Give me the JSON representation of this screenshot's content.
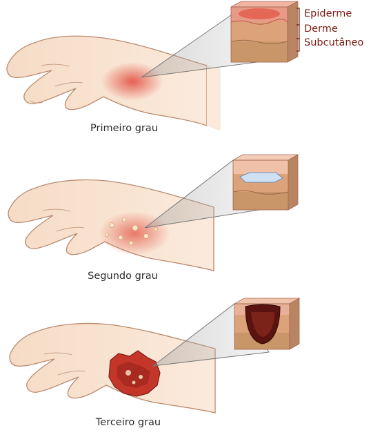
{
  "layers": {
    "epidermis": "Epiderme",
    "dermis": "Derme",
    "subcutaneous": "Subcutâneo"
  },
  "panels": [
    {
      "caption": "Primeiro grau"
    },
    {
      "caption": "Segundo grau"
    },
    {
      "caption": "Terceiro grau"
    }
  ],
  "colors": {
    "skin": "#f3d2b8",
    "skin_outline": "#b98a6e",
    "label_text": "#7a1c14",
    "epidermis": "#e8a08a",
    "dermis": "#d9a27a",
    "subcutaneous": "#c49468",
    "burn_red": "#d94a3a",
    "blister": "#cfe0f2",
    "char": "#5a1410"
  }
}
